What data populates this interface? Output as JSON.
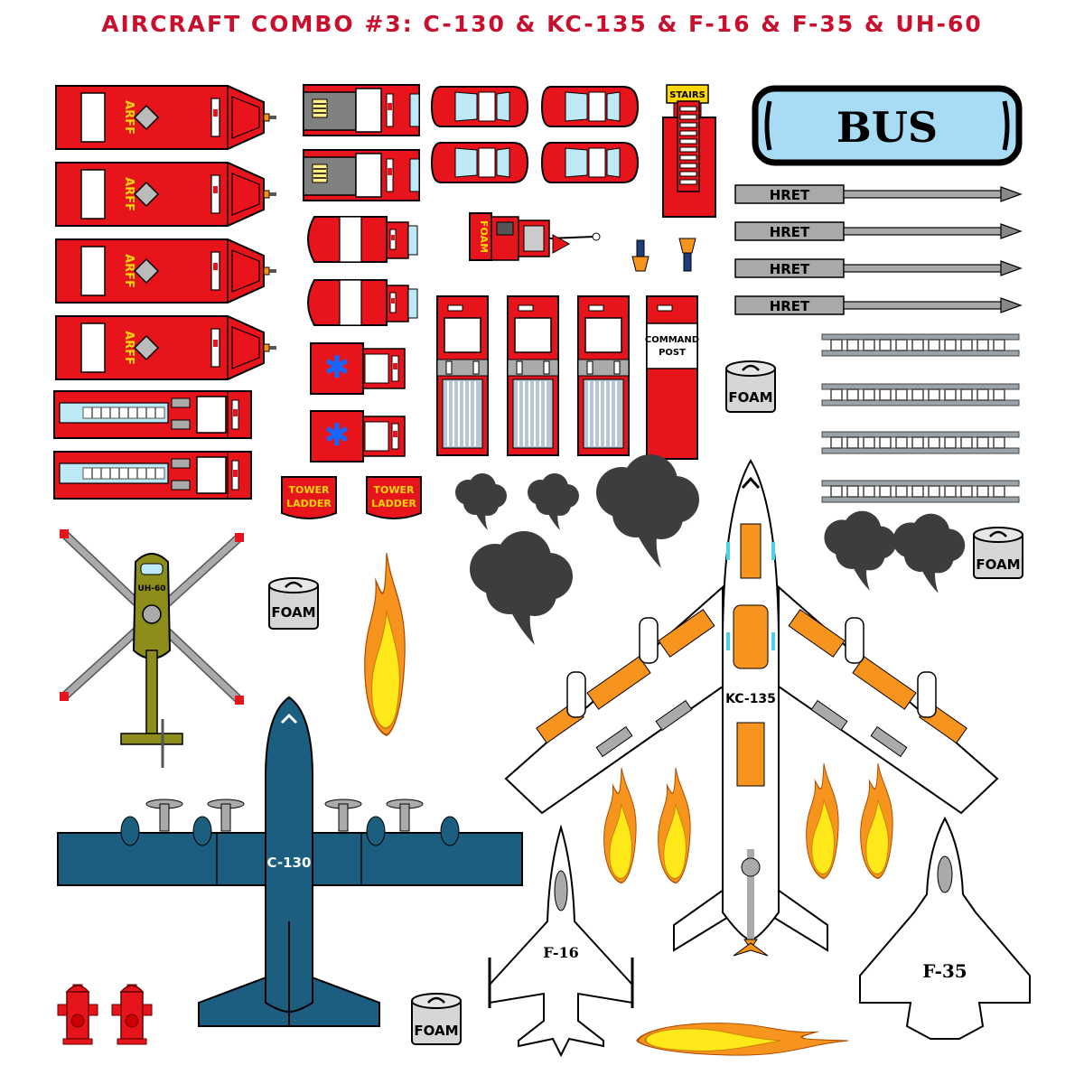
{
  "title": "AIRCRAFT COMBO #3:  C-130 & KC-135 & F-16 & F-35 & UH-60",
  "labels": {
    "arff": "ARFF",
    "foam_truck": "FOAM",
    "stairs": "STAIRS",
    "bus": "BUS",
    "hret": "HRET",
    "command_post": [
      "COMMAND",
      "POST"
    ],
    "foam_can": "FOAM",
    "tower_ladder": [
      "TOWER",
      "LADDER"
    ],
    "uh60": "UH-60",
    "kc135": "KC-135",
    "c130": "C-130",
    "f16": "F-16",
    "f35": "F-35"
  },
  "colors": {
    "title": "#c8102e",
    "fire_red": "#e8141c",
    "arff_text": "#ffd700",
    "bus_blue": "#a8dcf5",
    "hret_gray": "#a9a9a9",
    "c130_blue": "#1b5e80",
    "helicopter_olive": "#8d8d1c",
    "kc135_orange": "#f7941d",
    "smoke": "#3d3d3d",
    "flame_yellow": "#ffe81a",
    "flame_orange": "#f7941d"
  }
}
